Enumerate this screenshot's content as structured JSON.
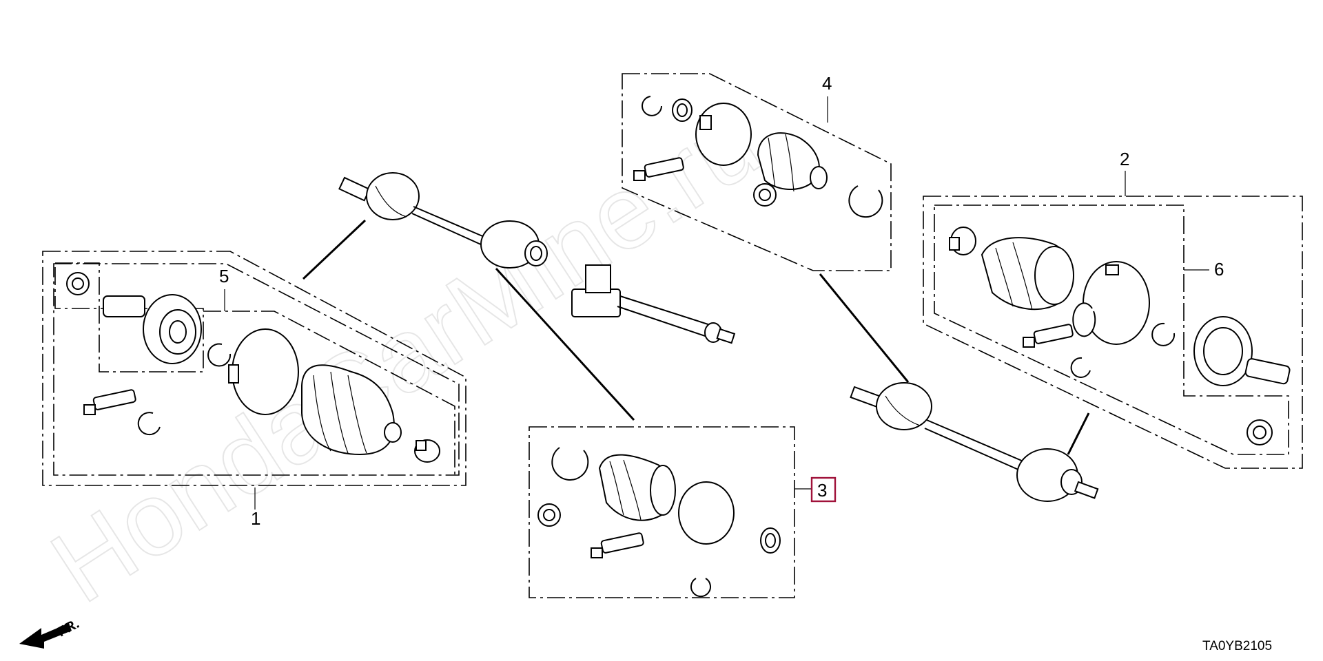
{
  "watermark": "HondaCarMine.ru",
  "callouts": {
    "c1": "1",
    "c2": "2",
    "c3": "3",
    "c4": "4",
    "c5": "5",
    "c6": "6"
  },
  "diagram_code": "TA0YB2105",
  "front_indicator": "FR.",
  "colors": {
    "line": "#000000",
    "highlight": "#a0123a",
    "watermark": "#e6e6e6"
  }
}
